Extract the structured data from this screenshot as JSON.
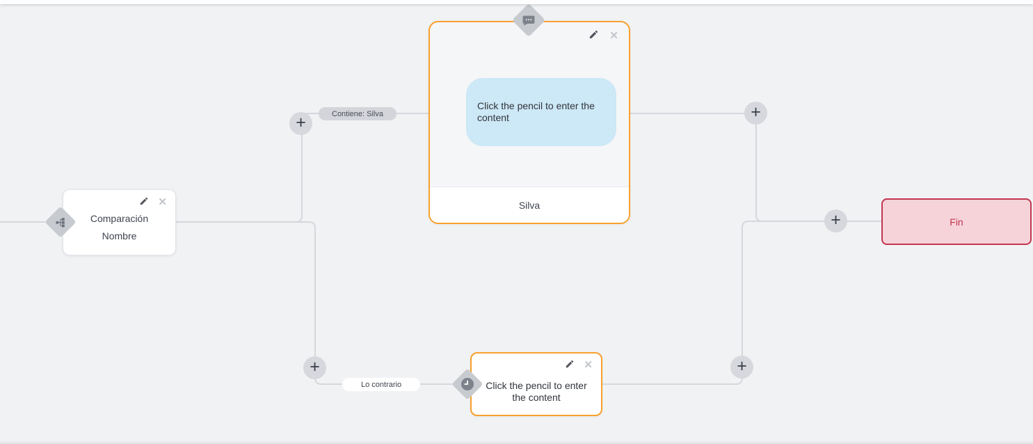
{
  "canvas": {
    "background_color": "#f1f2f4",
    "edge_line_color": "#d5d7dc",
    "accent_orange": "#f8a12c"
  },
  "nodes": {
    "comparison": {
      "title_line1": "Comparación",
      "title_line2": "Nombre"
    },
    "message": {
      "bubble_text": "Click the pencil to enter the content",
      "bubble_color": "#cde8f6",
      "footer_label": "Silva"
    },
    "delay": {
      "body_text": "Click the pencil to enter the content"
    },
    "end": {
      "label": "Fin",
      "background_color": "#f5d3d9",
      "border_color": "#c2364f"
    }
  },
  "edges": {
    "condition": {
      "label": "Contiene: Silva"
    },
    "otherwise": {
      "label": "Lo contrario"
    }
  },
  "icons": {
    "add": "+",
    "close": "✕"
  }
}
